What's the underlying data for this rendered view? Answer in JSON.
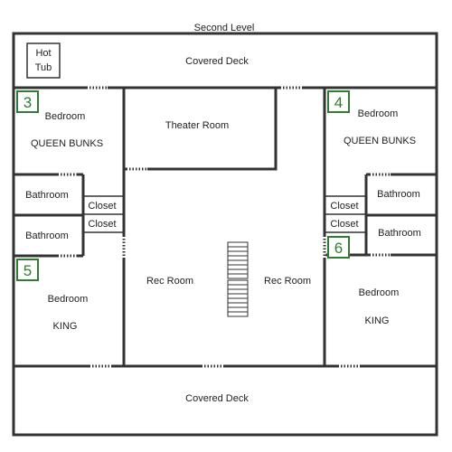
{
  "title": "Second Level",
  "rooms": {
    "hot_tub_line1": "Hot",
    "hot_tub_line2": "Tub",
    "covered_deck_top": "Covered Deck",
    "covered_deck_bottom": "Covered Deck",
    "theater_room": "Theater Room",
    "rec_room_left": "Rec Room",
    "rec_room_right": "Rec Room",
    "bedroom_3": {
      "number": "3",
      "name": "Bedroom",
      "bed": "QUEEN BUNKS"
    },
    "bedroom_4": {
      "number": "4",
      "name": "Bedroom",
      "bed": "QUEEN BUNKS"
    },
    "bedroom_5": {
      "number": "5",
      "name": "Bedroom",
      "bed": "KING"
    },
    "bedroom_6": {
      "number": "6",
      "name": "Bedroom",
      "bed": "KING"
    },
    "bathroom_left_top": "Bathroom",
    "bathroom_left_bottom": "Bathroom",
    "bathroom_right_top": "Bathroom",
    "bathroom_right_bottom": "Bathroom",
    "closet_left_top": "Closet",
    "closet_left_bottom": "Closet",
    "closet_right_top": "Closet",
    "closet_right_bottom": "Closet"
  },
  "colors": {
    "wall": "#333333",
    "badge": "#2e7d32",
    "background": "#ffffff"
  }
}
